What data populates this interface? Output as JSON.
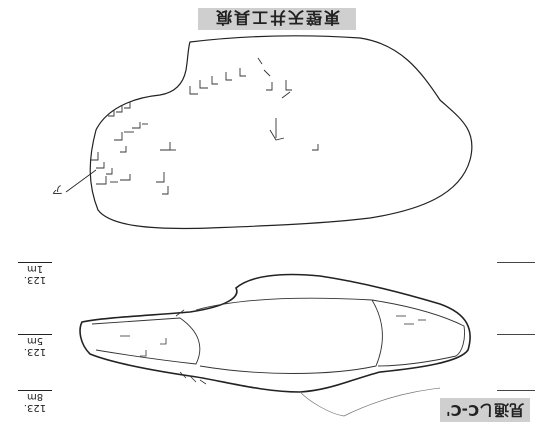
{
  "title": "東壁天井工具痕",
  "section_label": "見通しC-C'",
  "point_label": "ア",
  "elevations": [
    "123. 1m",
    "123. 5m",
    "123. 8m"
  ]
}
